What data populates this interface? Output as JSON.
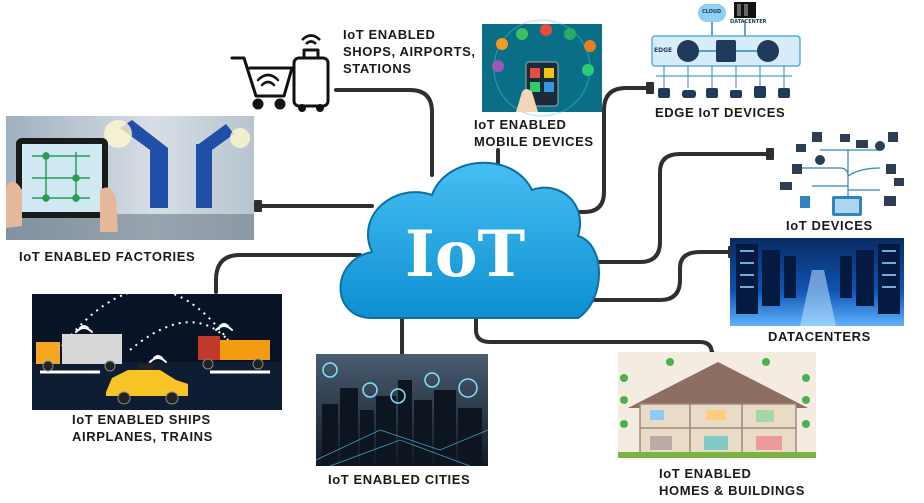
{
  "hub": {
    "label": "IoT"
  },
  "nodes": {
    "shops": {
      "line1": "IoT ENABLED",
      "line2": "SHOPS, AIRPORTS,",
      "line3": "STATIONS"
    },
    "mobile": {
      "line1": "IoT ENABLED",
      "line2": "MOBILE DEVICES"
    },
    "edge": {
      "label": "EDGE IoT DEVICES",
      "cloud_tag": "CLOUD",
      "dc_tag": "DATACENTER",
      "edge_tag": "EDGE"
    },
    "factories": {
      "label": "IoT ENABLED FACTORIES"
    },
    "iot_devices": {
      "label": "IoT DEVICES"
    },
    "datacenters": {
      "label": "DATACENTERS"
    },
    "ships": {
      "line1": "IoT ENABLED SHIPS",
      "line2": "AIRPLANES, TRAINS"
    },
    "cities": {
      "label": "IoT ENABLED CITIES"
    },
    "homes": {
      "line1": "IoT ENABLED",
      "line2": "HOMES & BUILDINGS"
    }
  },
  "colors": {
    "cloud": "#1aa6e6",
    "connector": "#2f2f2f",
    "factory_bg": "#c9d3dc",
    "transport_bg": "#081426",
    "city_bg": "#1c2c3c",
    "datacenter_bg": "#0a3e8a",
    "mobile_bg": "#0a6f86",
    "home_bg": "#e9dcc6"
  }
}
